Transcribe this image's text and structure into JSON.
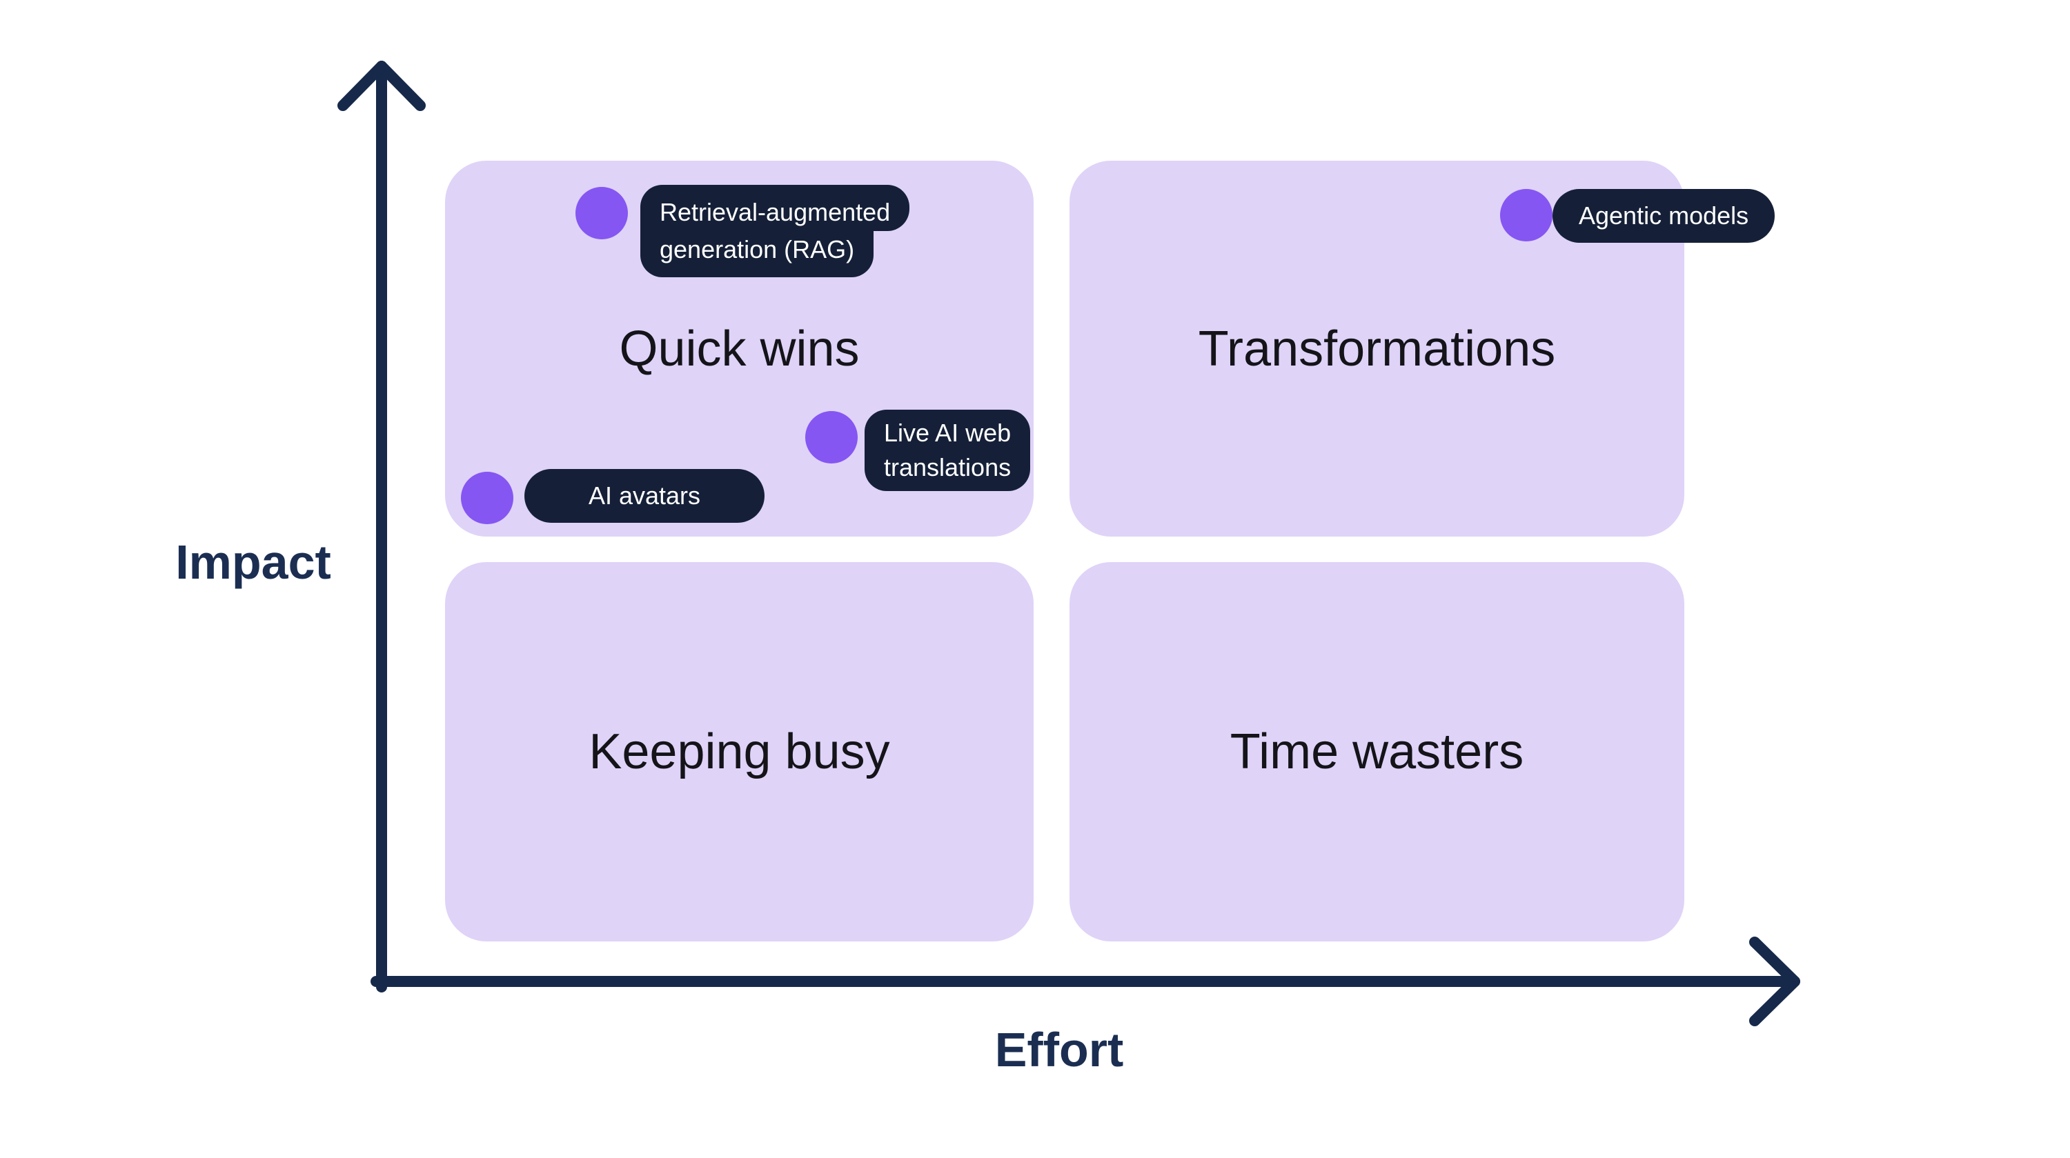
{
  "matrix": {
    "y_axis_label": "Impact",
    "x_axis_label": "Effort",
    "quadrants": [
      {
        "label": "Quick wins",
        "position": "top-left",
        "meaning": "high impact, low effort"
      },
      {
        "label": "Transformations",
        "position": "top-right",
        "meaning": "high impact, high effort"
      },
      {
        "label": "Keeping busy",
        "position": "bottom-left",
        "meaning": "low impact, low effort"
      },
      {
        "label": "Time wasters",
        "position": "bottom-right",
        "meaning": "low impact, high effort"
      }
    ],
    "items": [
      {
        "lines": [
          "Retrieval-augmented",
          "generation (RAG)"
        ],
        "quadrant": "Quick wins"
      },
      {
        "lines": [
          "AI avatars"
        ],
        "quadrant": "Quick wins"
      },
      {
        "lines": [
          "Live AI web",
          "translations"
        ],
        "quadrant": "Quick wins"
      },
      {
        "lines": [
          "Agentic models"
        ],
        "quadrant": "Transformations"
      }
    ]
  },
  "colors": {
    "background": "#FFFFFF",
    "quadrant_fill": "#DFD3F8",
    "quadrant_title_text": "#141419",
    "item_dot": "#8556F2",
    "label_pill_bg": "#152038",
    "label_pill_text": "#FFFFFF",
    "axis_stroke": "#17294A",
    "axis_label_text": "#1B2E52"
  }
}
